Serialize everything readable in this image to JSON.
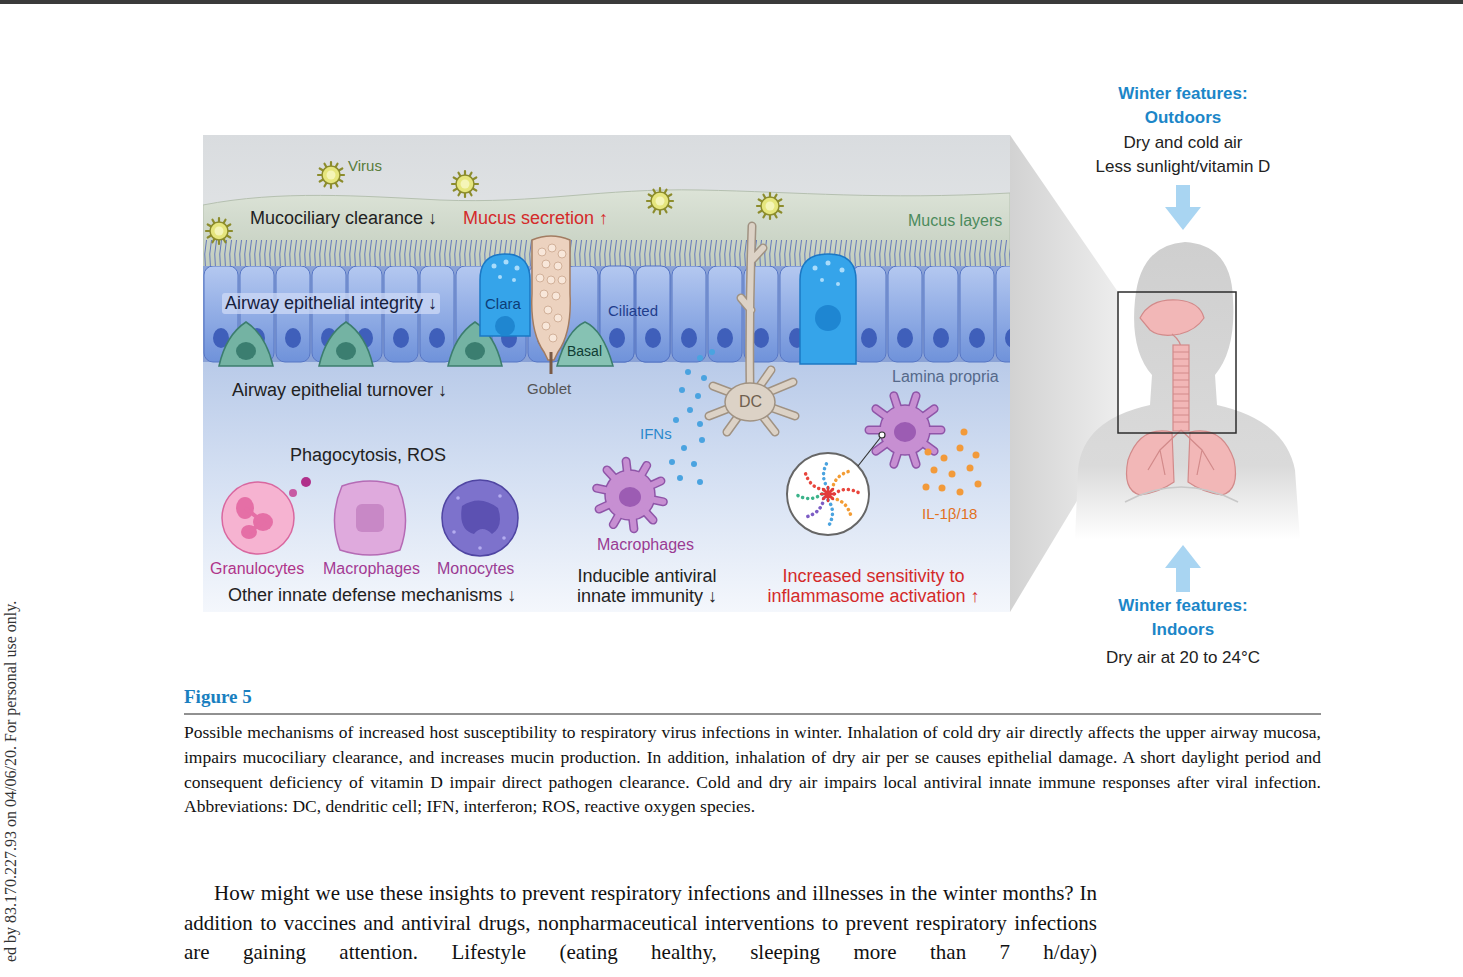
{
  "diagram": {
    "title": "Figure 5",
    "caption": "Possible mechanisms of increased host susceptibility to respiratory virus infections in winter. Inhalation of cold dry air directly affects the upper airway mucosa, impairs mucociliary clearance, and increases mucin production. In addition, inhalation of dry air per se causes epithelial damage. A short daylight period and consequent deficiency of vitamin D impair direct pathogen clearance. Cold and dry air impairs local antiviral innate immune responses after viral infection. Abbreviations: DC, dendritic cell; IFN, interferon; ROS, reactive oxygen species.",
    "nodes": [
      {
        "text": [
          "Clara"
        ]
      },
      {
        "text": [
          "Goblet"
        ]
      },
      {
        "text": [
          "Ciliated"
        ]
      },
      {
        "text": [
          "Basal"
        ]
      },
      {
        "text": [
          "DC"
        ]
      },
      {
        "text": [
          "Granulocytes"
        ]
      },
      {
        "text": [
          "Macrophages"
        ]
      },
      {
        "text": [
          "Monocytes"
        ]
      },
      {
        "text": [
          "Macrophages"
        ]
      }
    ],
    "labels": [
      "Virus",
      "Mucociliary clearance ↓",
      "Mucus secretion ↑",
      "Mucus layers",
      "Airway epithelial integrity ↓",
      "Airway epithelial turnover ↓",
      "Lamina propria",
      "IFNs",
      "Phagocytosis, ROS",
      "Other innate defense mechanisms ↓",
      "Inducible antiviral innate immunity ↓",
      "Increased sensitivity to inflammasome activation ↑",
      "IL-1β/18",
      "Winter features:",
      "Outdoors",
      "Dry and cold air",
      "Less sunlight/vitamin D",
      "Winter features:",
      "Indoors",
      "Dry air at 20 to 24°C",
      "How might we use these insights to prevent respiratory infections and illnesses in the winter months? In addition to vaccines and antiviral drugs, nonpharmaceutical interventions to prevent respiratory infections are gaining attention. Lifestyle (eating healthy, sleeping more than 7 h/day)",
      "ed by 83.170.227.93 on 04/06/20. For personal use only."
    ]
  }
}
